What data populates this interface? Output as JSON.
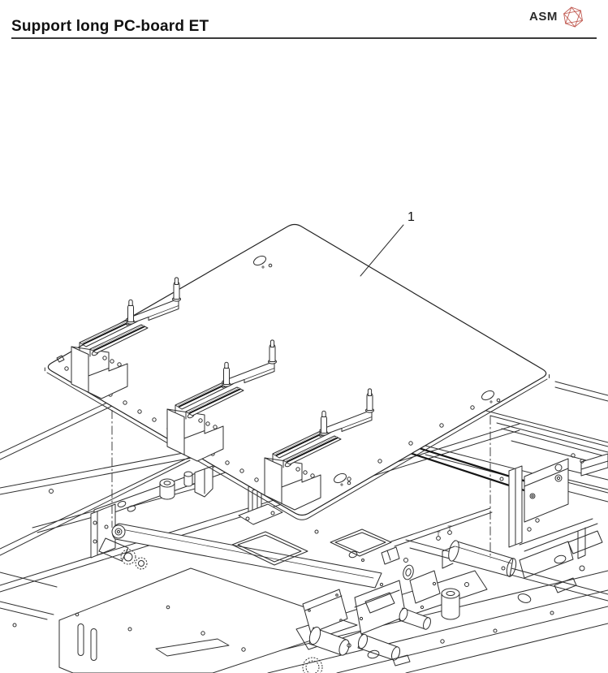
{
  "header": {
    "title": "Support long PC-board ET",
    "brand": "ASM"
  },
  "figure": {
    "description": "isometric-exploded-view-pc-board-support-over-machine-chassis",
    "callout": {
      "label": "1"
    }
  },
  "colors": {
    "line": "#2f2f2f",
    "dark": "#141414",
    "logo_red": "#c0574e",
    "text": "#111111",
    "rule": "#3a3a3a"
  }
}
